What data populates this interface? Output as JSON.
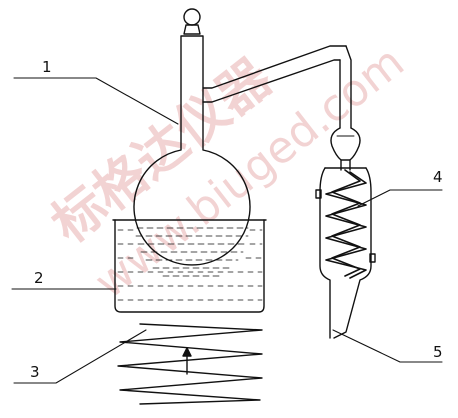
{
  "diagram": {
    "callouts": [
      {
        "id": "1",
        "label": "1"
      },
      {
        "id": "2",
        "label": "2"
      },
      {
        "id": "3",
        "label": "3"
      },
      {
        "id": "4",
        "label": "4"
      },
      {
        "id": "5",
        "label": "5"
      }
    ]
  },
  "watermark": {
    "cn": "标格达仪器",
    "en": "www.biuged.com"
  },
  "colors": {
    "line": "#111111",
    "watermark": "#e9b0b0"
  }
}
